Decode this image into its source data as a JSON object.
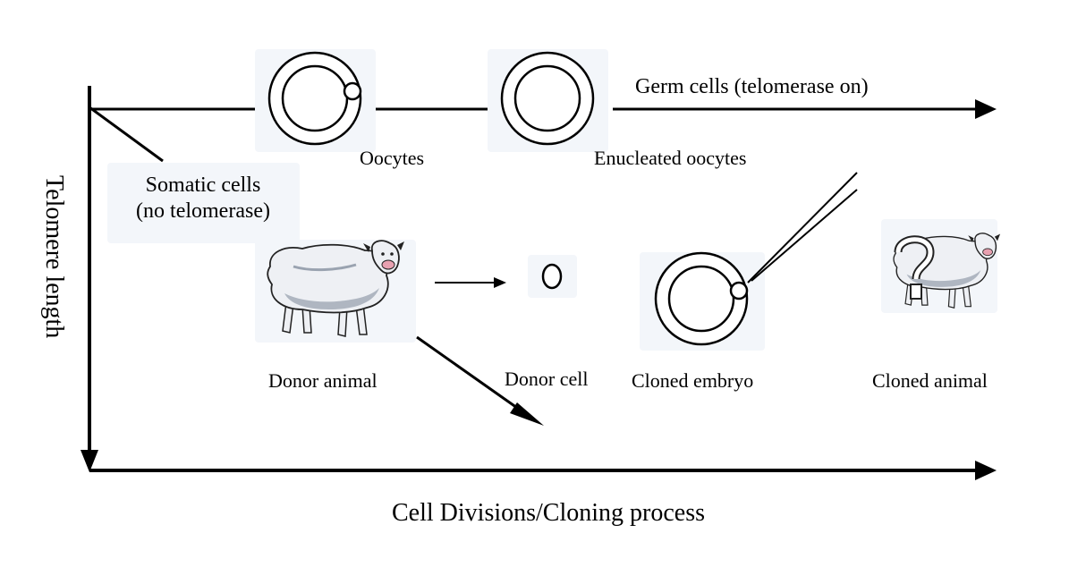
{
  "labels": {
    "y_axis": "Telomere length",
    "x_axis": "Cell Divisions/Cloning process",
    "germ_line": "Germ cells (telomerase on)",
    "somatic_line_1": "Somatic cells",
    "somatic_line_2": "(no telomerase)",
    "oocytes": "Oocytes",
    "enucleated": "Enucleated oocytes",
    "donor_animal": "Donor animal",
    "donor_cell": "Donor cell",
    "cloned_embryo": "Cloned embryo",
    "cloned_animal": "Cloned animal"
  },
  "icons": {
    "donor_sheep": "sheep-icon",
    "cloned_sheep": "sheep-with-question-mark-icon",
    "oocyte": "oocyte-icon",
    "enucleated_oocyte": "enucleated-oocyte-icon",
    "donor_cell": "cell-icon",
    "embryo": "embryo-icon",
    "pipette": "micropipette-icon"
  },
  "colors": {
    "line": "#000000",
    "background": "#ffffff",
    "wool": "#eef0f4",
    "wool_shadow": "#9aa3b0",
    "nose": "#e8a0b0"
  }
}
